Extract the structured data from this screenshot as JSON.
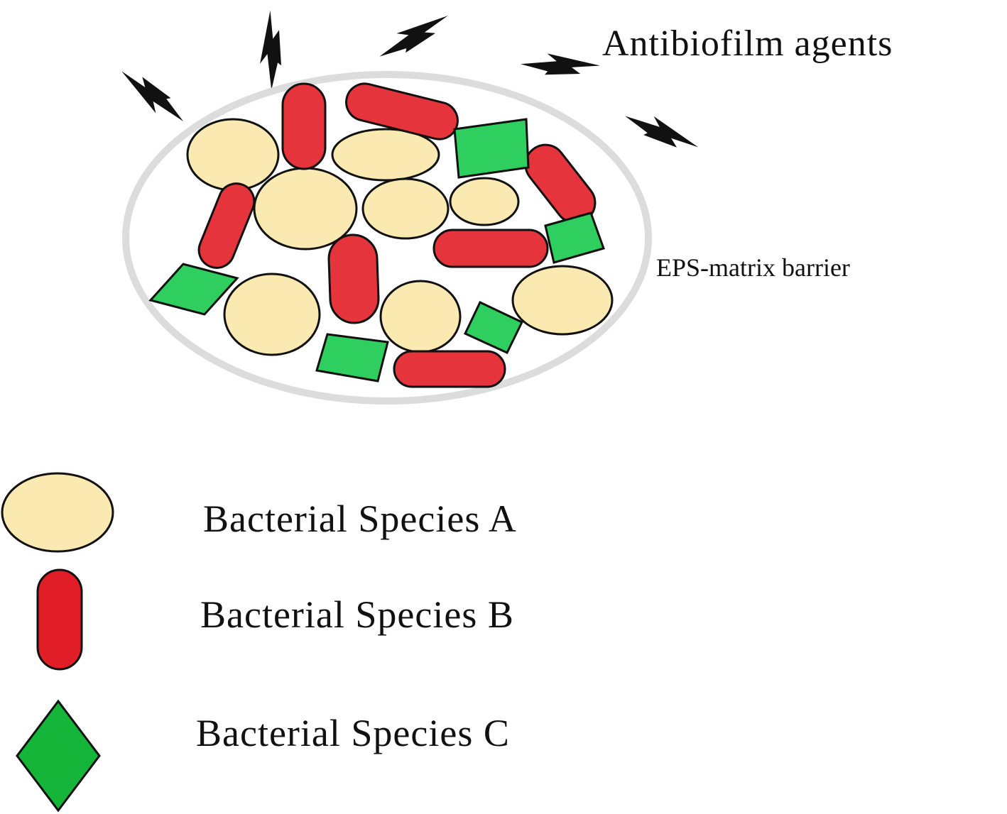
{
  "labels": {
    "agents": "Antibiofilm agents",
    "eps": "EPS-matrix barrier"
  },
  "legend": [
    {
      "label": "Bacterial Species A",
      "shape": "ellipse"
    },
    {
      "label": "Bacterial Species B",
      "shape": "rounded-rod"
    },
    {
      "label": "Bacterial Species C",
      "shape": "diamond"
    }
  ],
  "colors": {
    "species_a": "#fbe9b2",
    "species_b": "#e5343b",
    "species_c": "#2ecf5e",
    "matrix": "#dcdcdc",
    "agent": "#111111",
    "outline": "#111111"
  },
  "icons": {
    "agent": "lightning-bolt-icon"
  }
}
